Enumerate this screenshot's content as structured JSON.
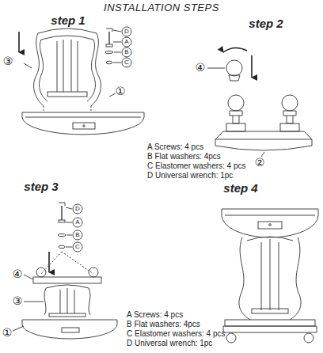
{
  "diagram": {
    "title": "INSTALLATION STEPS",
    "labels": [
      "step 1",
      "D",
      "A",
      "B",
      "C",
      "③",
      "①",
      "A Screws: 4 pcs",
      "B Flat washers: 4pcs",
      "C Elastomer washers: 4 pcs",
      "D Universal wrench: 1pc",
      "step 2",
      "④",
      "②",
      "step 3",
      "D",
      "A",
      "B",
      "C",
      "④",
      "③",
      "①",
      "A Screws: 4 pcs",
      "B Flat washers: 4pcs",
      "C Elastomer washers: 4 pcs",
      "D Universal wrench: 1pc",
      "step 4"
    ]
  }
}
